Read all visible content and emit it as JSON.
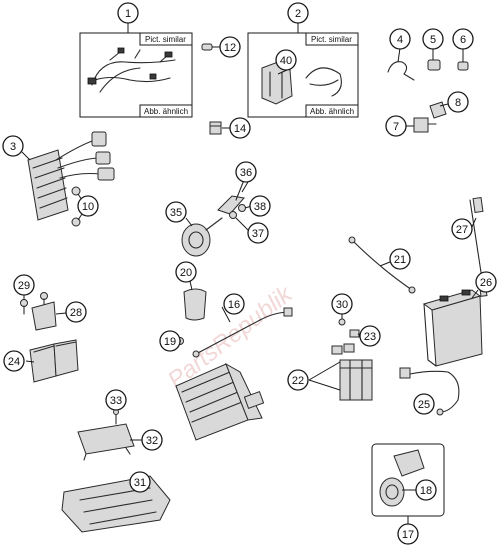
{
  "watermark": "PartsRepublik",
  "box1": {
    "top_label": "Pict. similar",
    "bottom_label": "Abb. ähnlich"
  },
  "box2": {
    "top_label": "Pict. similar",
    "bottom_label": "Abb. ähnlich"
  },
  "callouts": {
    "c1": "1",
    "c2": "2",
    "c3": "3",
    "c4": "4",
    "c5": "5",
    "c6": "6",
    "c7": "7",
    "c8": "8",
    "c10": "10",
    "c12": "12",
    "c14": "14",
    "c16": "16",
    "c17": "17",
    "c18": "18",
    "c19": "19",
    "c20": "20",
    "c21": "21",
    "c22": "22",
    "c23": "23",
    "c24": "24",
    "c25": "25",
    "c26": "26",
    "c27": "27",
    "c28": "28",
    "c29": "29",
    "c30": "30",
    "c31": "31",
    "c32": "32",
    "c33": "33",
    "c35": "35",
    "c36": "36",
    "c37": "37",
    "c38": "38",
    "c40": "40"
  }
}
